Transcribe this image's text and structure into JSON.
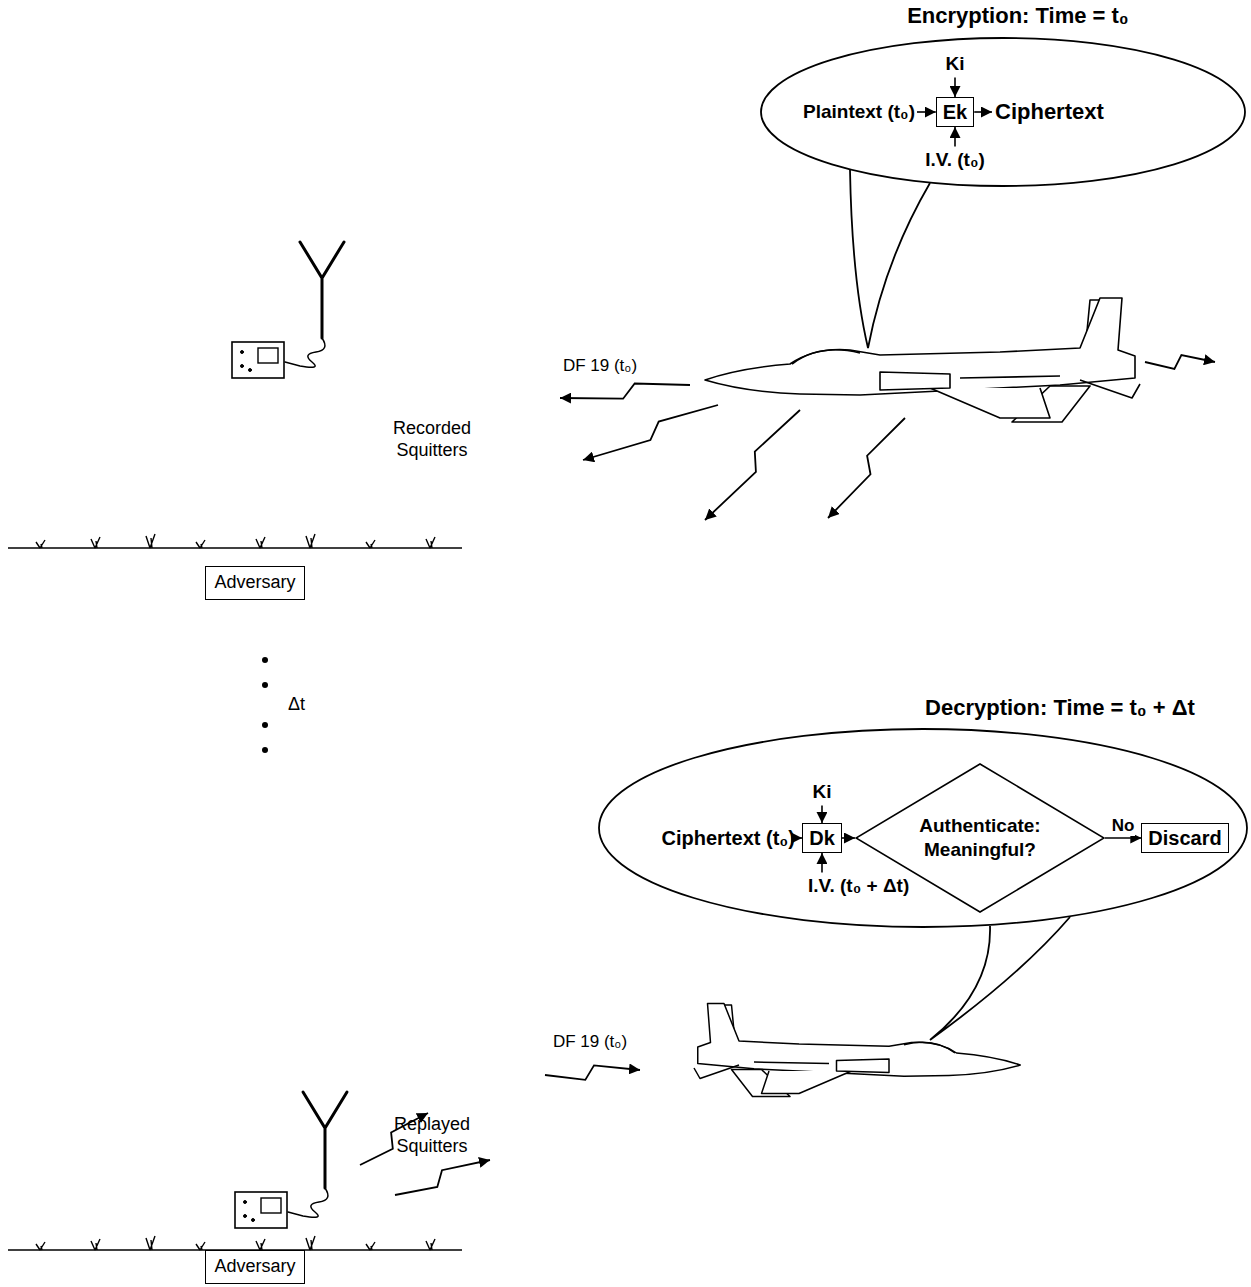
{
  "diagram": {
    "nodes": [
      {
        "text": [
          "Encryption: Time = t₀"
        ]
      },
      {
        "text": [
          "Ek"
        ],
        "in": 0
      },
      {
        "text": [
          "Adversary"
        ]
      },
      {
        "text": [
          "Decryption: Time = t₀ + Δt"
        ]
      },
      {
        "text": [
          "Dk"
        ],
        "in": 3
      },
      {
        "text": [
          "Authenticate: Meaningful?"
        ],
        "in": 3
      },
      {
        "text": [
          "Discard"
        ],
        "in": 3
      },
      {
        "text": [
          "Adversary"
        ]
      }
    ],
    "edges": [
      {
        "from": 4,
        "to": 5,
        "arrow": "to"
      },
      {
        "from": 5,
        "to": 6,
        "arrow": "to",
        "label": "No"
      }
    ],
    "labels": [
      "Plaintext (t₀)",
      "Ki",
      "I.V. (t₀)",
      "Ciphertext",
      "DF 19 (t₀)",
      "Recorded Squitters",
      "Δt",
      "Ciphertext (t₀)",
      "Ki",
      "I.V. (t₀ + Δt)",
      "DF 19 (t₀)",
      "Replayed Squitters"
    ]
  }
}
